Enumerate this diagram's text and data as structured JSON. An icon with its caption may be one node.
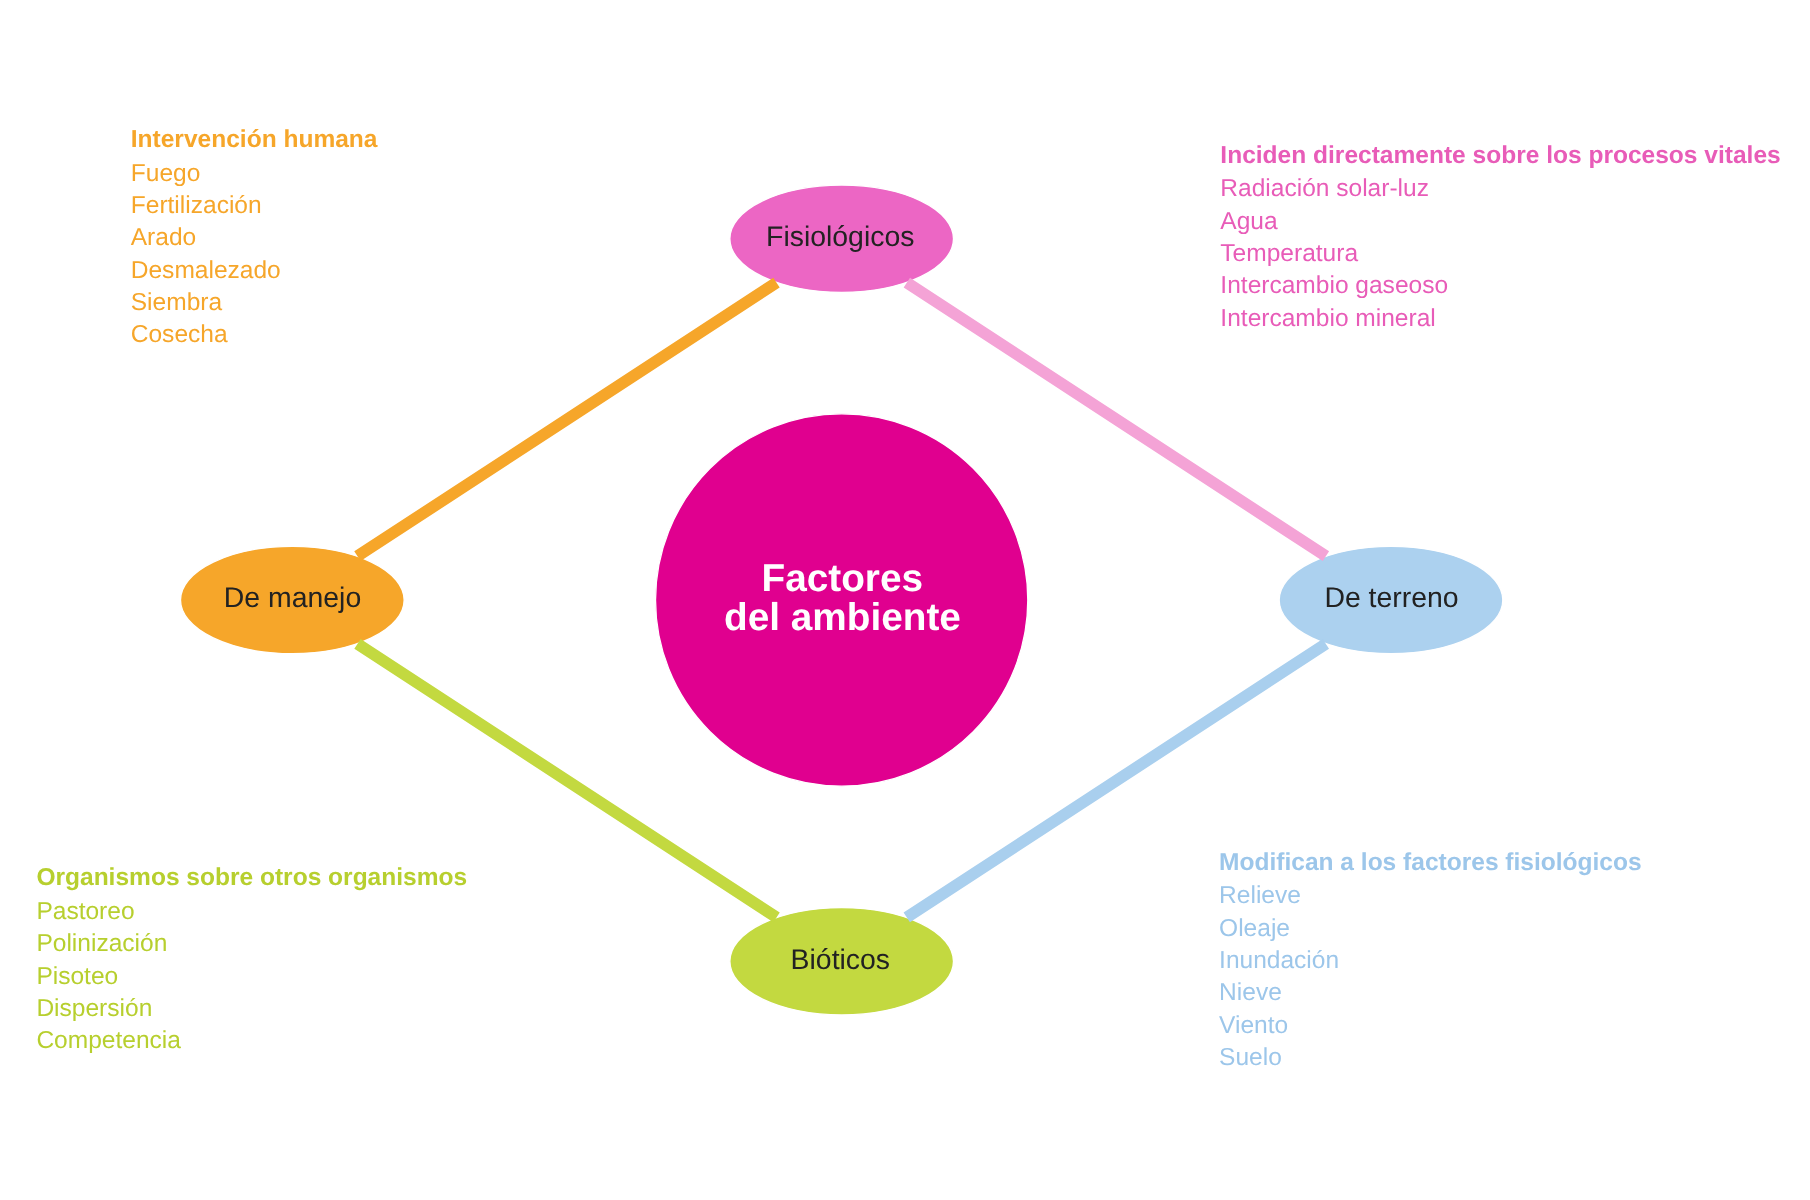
{
  "diagram": {
    "nodes": [
      {
        "text": [
          "Fisiológicos"
        ],
        "beside": [
          "Inciden directamente sobre los procesos vitales",
          "Radiación solar-luz",
          "Agua",
          "Temperatura",
          "Intercambio gaseoso",
          "Intercambio mineral"
        ]
      },
      {
        "text": [
          "De manejo"
        ],
        "beside": [
          "Intervención humana",
          "Fuego",
          "Fertilización",
          "Arado",
          "Desmalezado",
          "Siembra",
          "Cosecha"
        ]
      },
      {
        "text": [
          "Factores del ambiente"
        ]
      },
      {
        "text": [
          "De terreno"
        ],
        "beside": [
          "Modifican a los factores fisiológicos",
          "Relieve",
          "Oleaje",
          "Inundación",
          "Nieve",
          "Viento",
          "Suelo"
        ]
      },
      {
        "text": [
          "Bióticos"
        ],
        "beside": [
          "Organismos sobre otros organismos",
          "Pastoreo",
          "Polinización",
          "Pisoteo",
          "Dispersión",
          "Competencia"
        ]
      }
    ],
    "edges": [
      {
        "from": 0,
        "to": 3,
        "arrow": "none",
        "color": "#f4a3d6"
      },
      {
        "from": 3,
        "to": 4,
        "arrow": "none",
        "color": "#a9cfee"
      },
      {
        "from": 4,
        "to": 1,
        "arrow": "none",
        "color": "#c3d940"
      },
      {
        "from": 1,
        "to": 0,
        "arrow": "none",
        "color": "#f6a62a"
      }
    ]
  }
}
